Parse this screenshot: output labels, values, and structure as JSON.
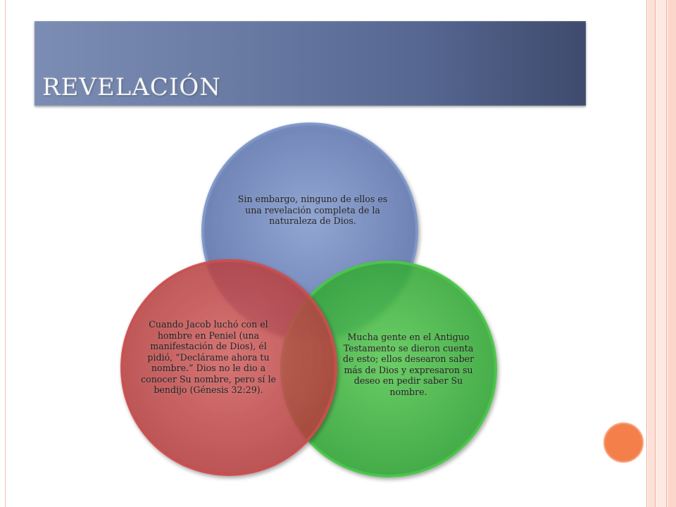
{
  "slide": {
    "title": "REVELACIÓN"
  },
  "diagram": {
    "circles": [
      {
        "id": "top",
        "color": "#6e86bd",
        "text": "Sin embargo, ninguno de ellos es una revelación completa de la naturaleza de Dios."
      },
      {
        "id": "right",
        "color": "#3fb13f",
        "text": "Mucha gente en el Antiguo Testamento se dieron cuenta de esto; ellos desearon saber más de Dios y expresaron su deseo en pedir saber Su nombre."
      },
      {
        "id": "left",
        "color": "#c74a4a",
        "text": "Cuando Jacob luchó con el hombre en Peniel (una manifestación de Dios), él pidió, “Declárame ahora tu nombre.” Dios no le dio a conocer Su nombre, pero sí le bendijo (Génesis 32:29)."
      }
    ]
  },
  "decor": {
    "accent_dot_color": "#f47f4a",
    "title_bar_color": "#5d6e97"
  }
}
